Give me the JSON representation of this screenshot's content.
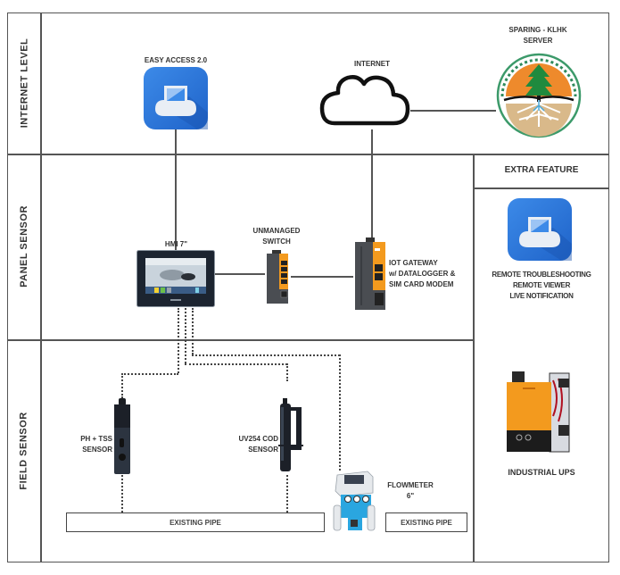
{
  "rows": {
    "internet": "INTERNET LEVEL",
    "panel": "PANEL SENSOR",
    "field": "FIELD SENSOR"
  },
  "internet_level": {
    "easy_access": "EASY ACCESS 2.0",
    "internet": "INTERNET",
    "server_line1": "SPARING - KLHK",
    "server_line2": "SERVER"
  },
  "panel_sensor": {
    "hmi": "HMI 7\"",
    "switch_line1": "UNMANAGED",
    "switch_line2": "SWITCH",
    "gateway_line1": "IOT GATEWAY",
    "gateway_line2": "w/ DATALOGGER &",
    "gateway_line3": "SIM CARD MODEM"
  },
  "field_sensor": {
    "ph_line1": "PH + TSS",
    "ph_line2": "SENSOR",
    "uv_line1": "UV254 COD",
    "uv_line2": "SENSOR",
    "flow_line1": "FLOWMETER",
    "flow_line2": "6\"",
    "pipe_main": "EXISTING PIPE",
    "pipe_right": "EXISTING PIPE"
  },
  "extra_feature": {
    "header": "EXTRA FEATURE",
    "remote_line1": "REMOTE TROUBLESHOOTING",
    "remote_line2": "REMOTE VIEWER",
    "remote_line3": "LIVE NOTIFICATION",
    "ups": "INDUSTRIAL UPS"
  },
  "colors": {
    "app_blue": "#2f7de1",
    "device_orange": "#f39a1e",
    "flowmeter_blue": "#2aa6e0"
  }
}
